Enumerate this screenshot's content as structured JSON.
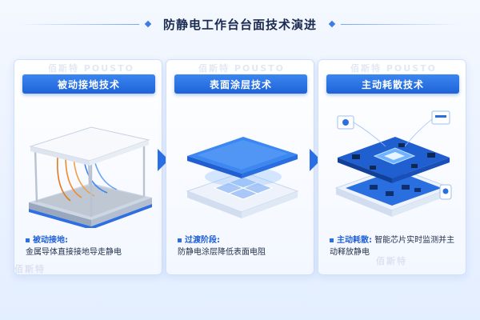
{
  "title": "防静电工作台台面技术演进",
  "watermark": {
    "cn": "佰斯特",
    "en": "POUSTO"
  },
  "colors": {
    "accent": "#1f63d8",
    "accent_light": "#3b86f0",
    "card_border": "#cfe0fb",
    "text": "#24324e"
  },
  "stages": [
    {
      "heading": "被动接地技术",
      "key": "被动接地:",
      "text": "金属导体直接接地导走静电",
      "icon": "grounded-workbench-icon"
    },
    {
      "heading": "表面涂层技术",
      "key": "过渡阶段:",
      "text": "防静电涂层降低表面电阻",
      "icon": "coated-surface-icon"
    },
    {
      "heading": "主动耗散技术",
      "key": "主动耗散:",
      "text": "智能芯片实时监测并主动释放静电",
      "icon": "smart-chip-board-icon"
    }
  ],
  "arrows": [
    "arrow-right-icon",
    "arrow-right-icon"
  ]
}
